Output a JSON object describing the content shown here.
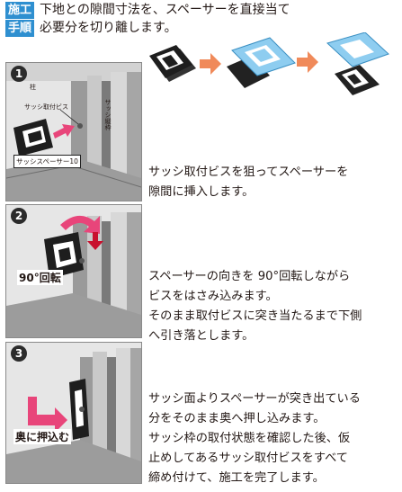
{
  "header": {
    "tag_line1": "施工",
    "tag_line2": "手順",
    "text_line1": "下地との隙間寸法を、スペーサーを直接当て",
    "text_line2": "必要分を切り離します。"
  },
  "steps": [
    {
      "number": "1",
      "labels": {
        "post": "柱",
        "screw": "サッシ取付ビス",
        "frame": "サッシ縦枠",
        "spacer": "サッシスペーサー10"
      },
      "desc": [
        "サッシ取付ビスを狙ってスペーサーを",
        "隙間に挿入します。"
      ]
    },
    {
      "number": "2",
      "labels": {
        "rotate": "90°回転"
      },
      "desc": [
        "スペーサーの向きを 90°回転しながら",
        "ビスをはさみ込みます。",
        "そのまま取付ビスに突き当たるまで下側",
        "へ引き落とします。"
      ]
    },
    {
      "number": "3",
      "labels": {
        "push": "奥に押込む"
      },
      "desc": [
        "サッシ面よりスペーサーが突き出ている",
        "分をそのまま奥へ押し込みます。",
        "サッシ枠の取付状態を確認した後、仮",
        "止めしてあるサッシ取付ビスをすべて",
        "締め付けて、施工を完了します。"
      ]
    }
  ],
  "colors": {
    "accent_blue": "#2e8fd0",
    "arrow_pink": "#e8457a",
    "arrow_orange": "#f08a5a",
    "spacer_blue": "#8ecdf0",
    "wall_gray": "#bfbfbf"
  }
}
